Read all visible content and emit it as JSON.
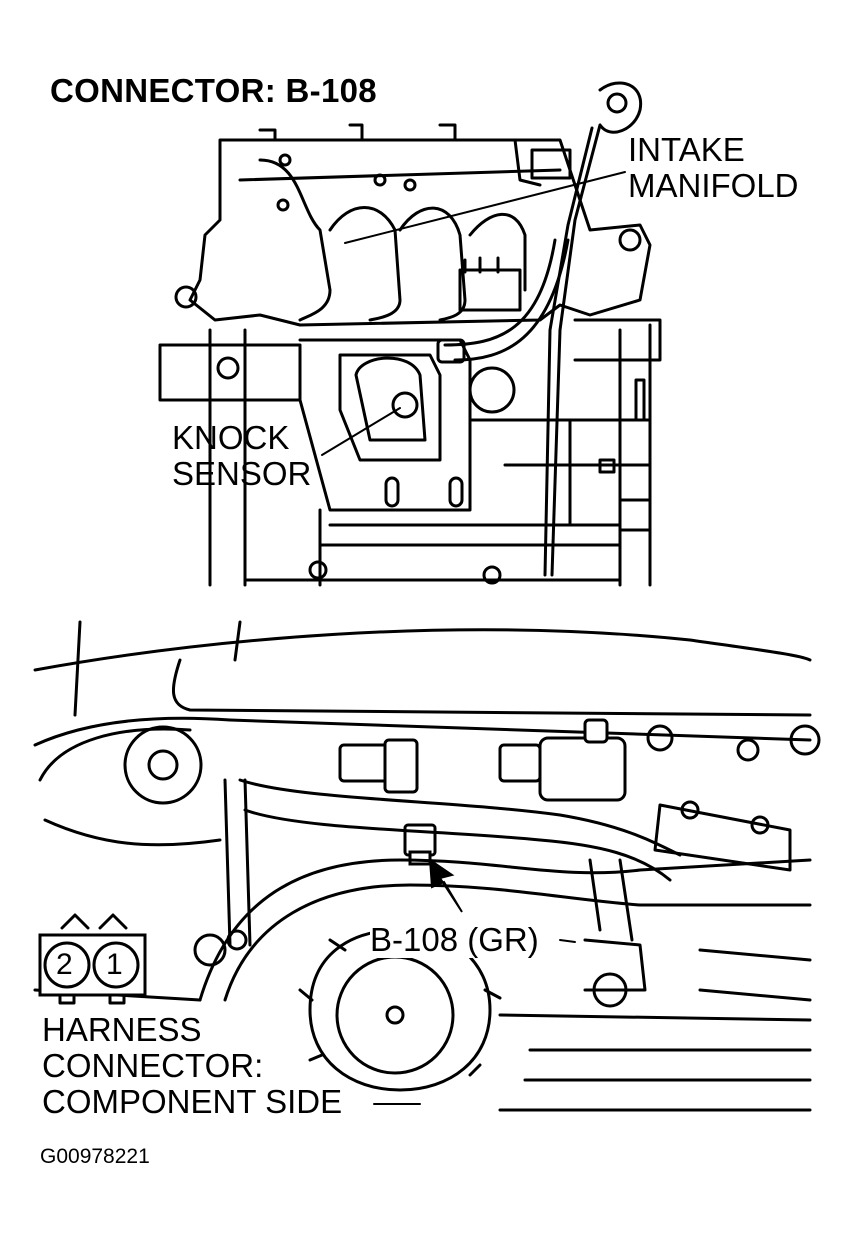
{
  "title": "CONNECTOR: B-108",
  "labels": {
    "intake_manifold": [
      "INTAKE",
      "MANIFOLD"
    ],
    "knock_sensor": [
      "KNOCK",
      "SENSOR"
    ],
    "connector_id": "B-108 (GR)",
    "harness": [
      "HARNESS",
      "CONNECTOR:",
      "COMPONENT SIDE"
    ]
  },
  "pins": [
    "2",
    "1"
  ],
  "figure_code": "G00978221"
}
